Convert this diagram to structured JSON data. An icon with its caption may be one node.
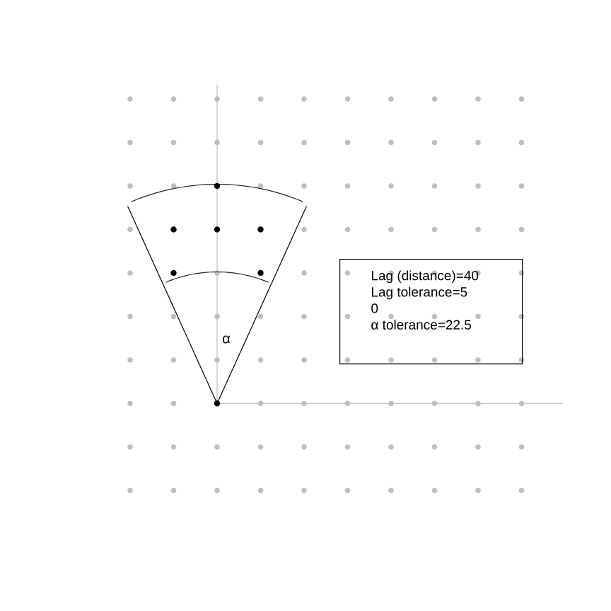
{
  "diagram": {
    "nodes": [
      {
        "text": [
          "Lag (distance)=40",
          "Lag tolerance=5",
          "0",
          "α tolerance=22.5"
        ]
      }
    ],
    "labels": [
      "α"
    ]
  }
}
